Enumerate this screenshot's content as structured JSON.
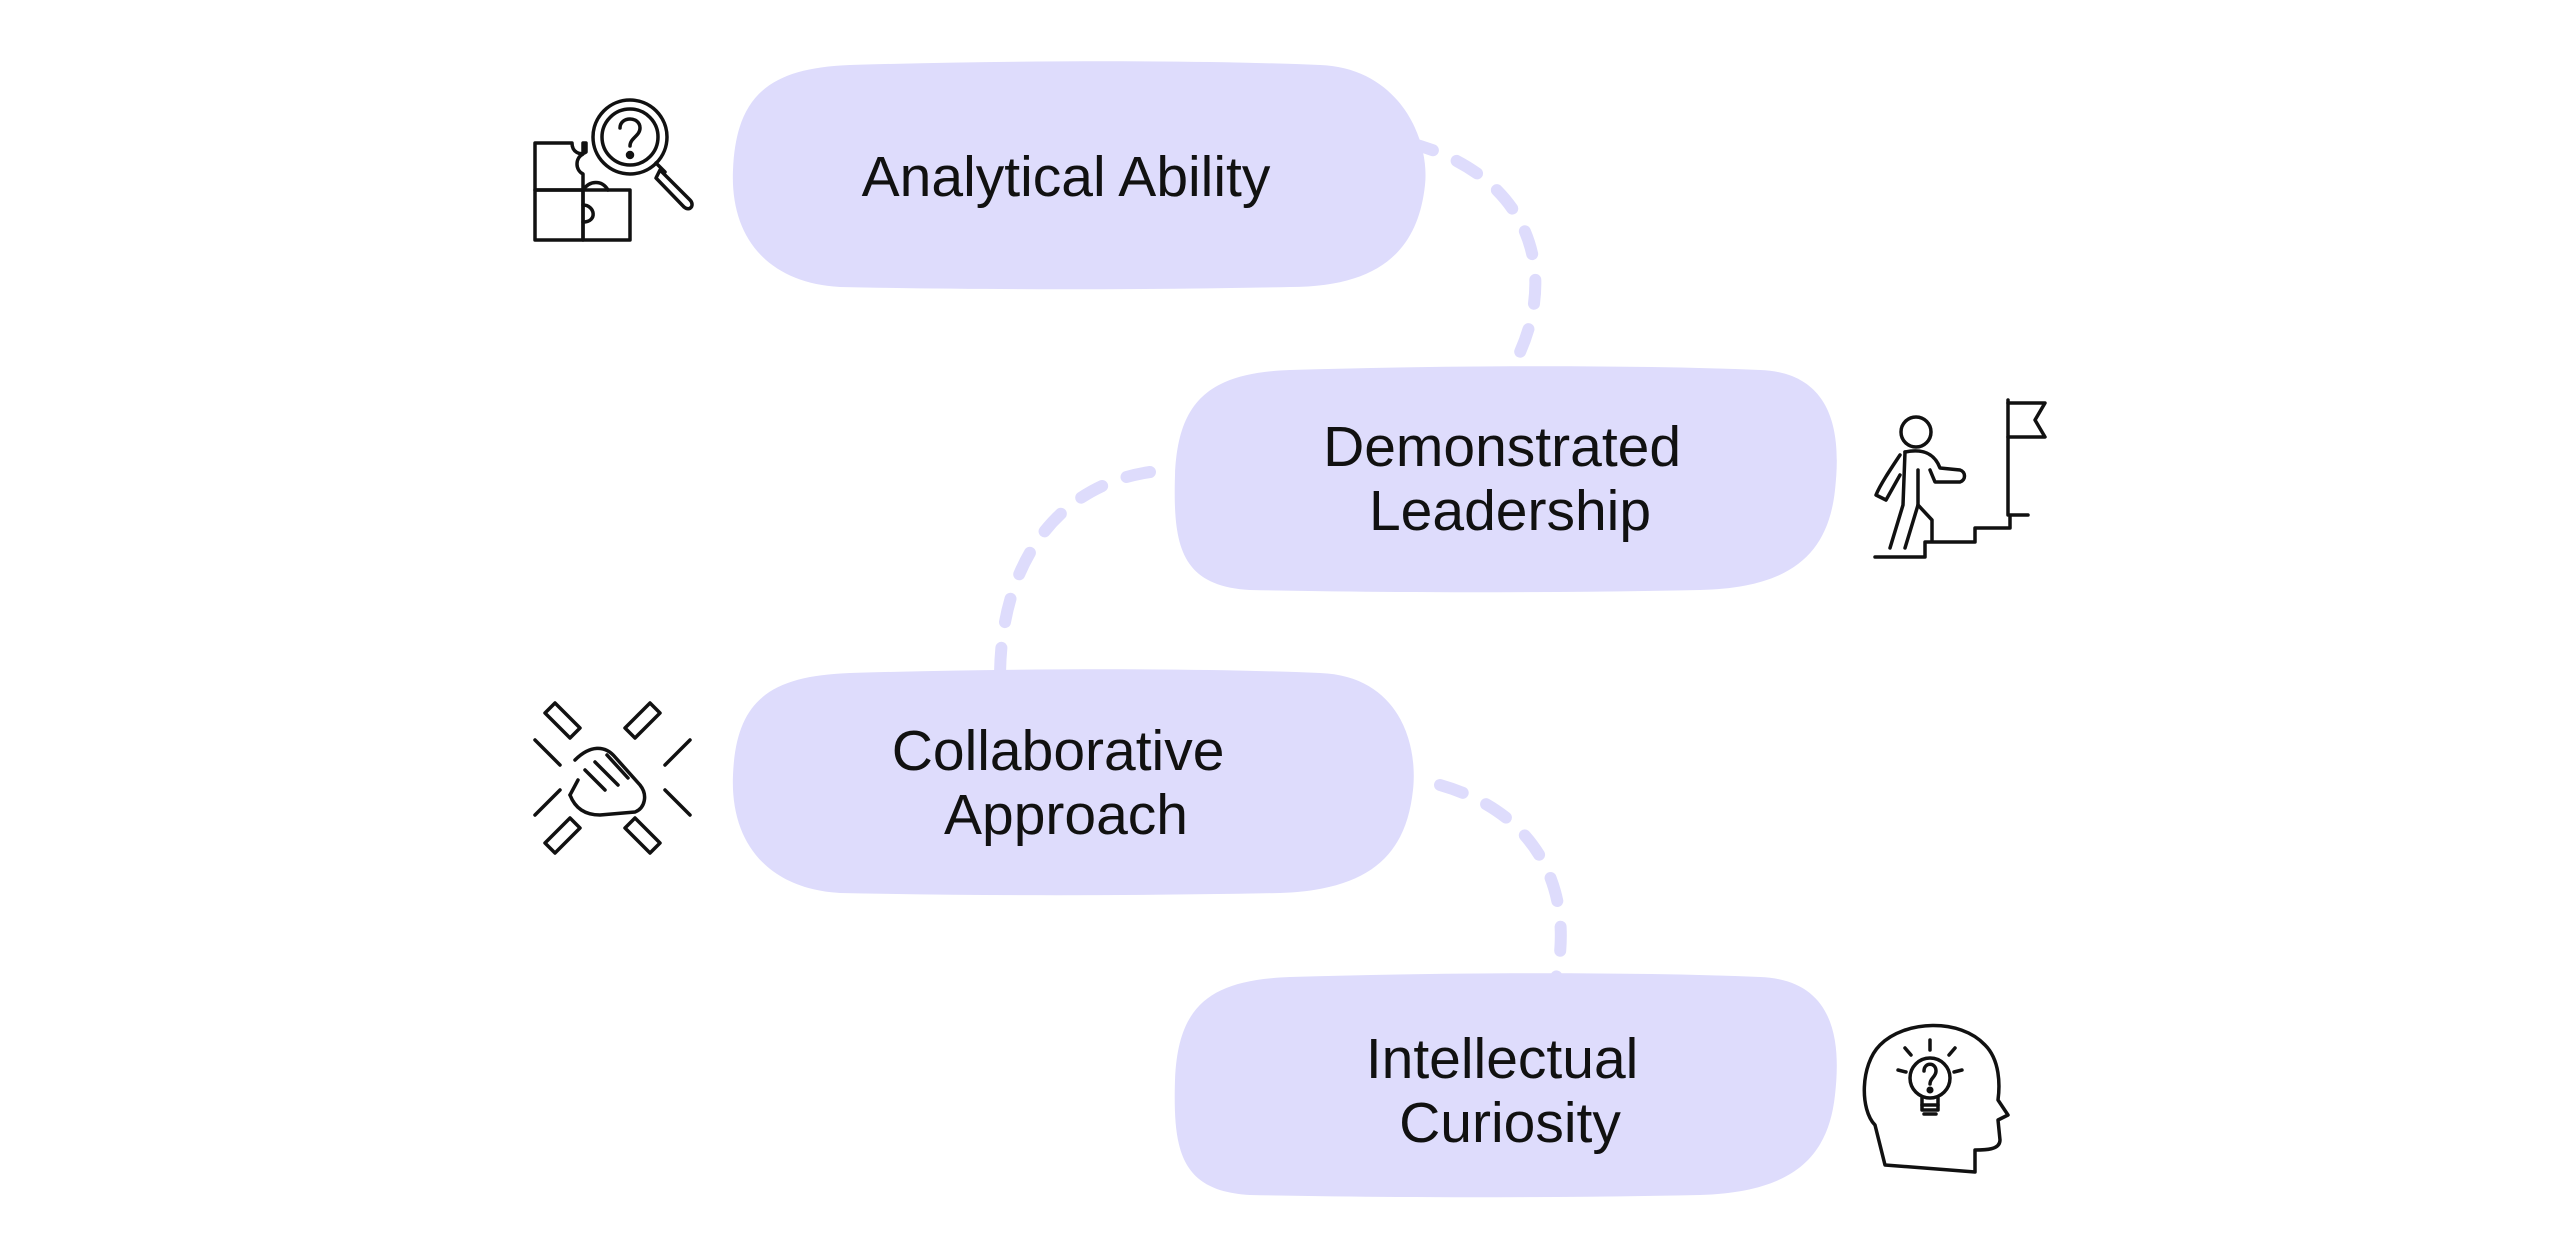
{
  "colors": {
    "pill": "#dedcfc",
    "dash": "#dedcfc",
    "icon": "#111111",
    "text": "#111111",
    "background": "#ffffff"
  },
  "steps": [
    {
      "lines": [
        "Analytical Ability"
      ],
      "icon": "puzzle-magnifier-icon"
    },
    {
      "lines": [
        "Demonstrated",
        "Leadership"
      ],
      "icon": "climbing-stairs-flag-icon"
    },
    {
      "lines": [
        "Collaborative",
        "Approach"
      ],
      "icon": "joined-hands-icon"
    },
    {
      "lines": [
        "Intellectual",
        "Curiosity"
      ],
      "icon": "head-lightbulb-icon"
    }
  ]
}
